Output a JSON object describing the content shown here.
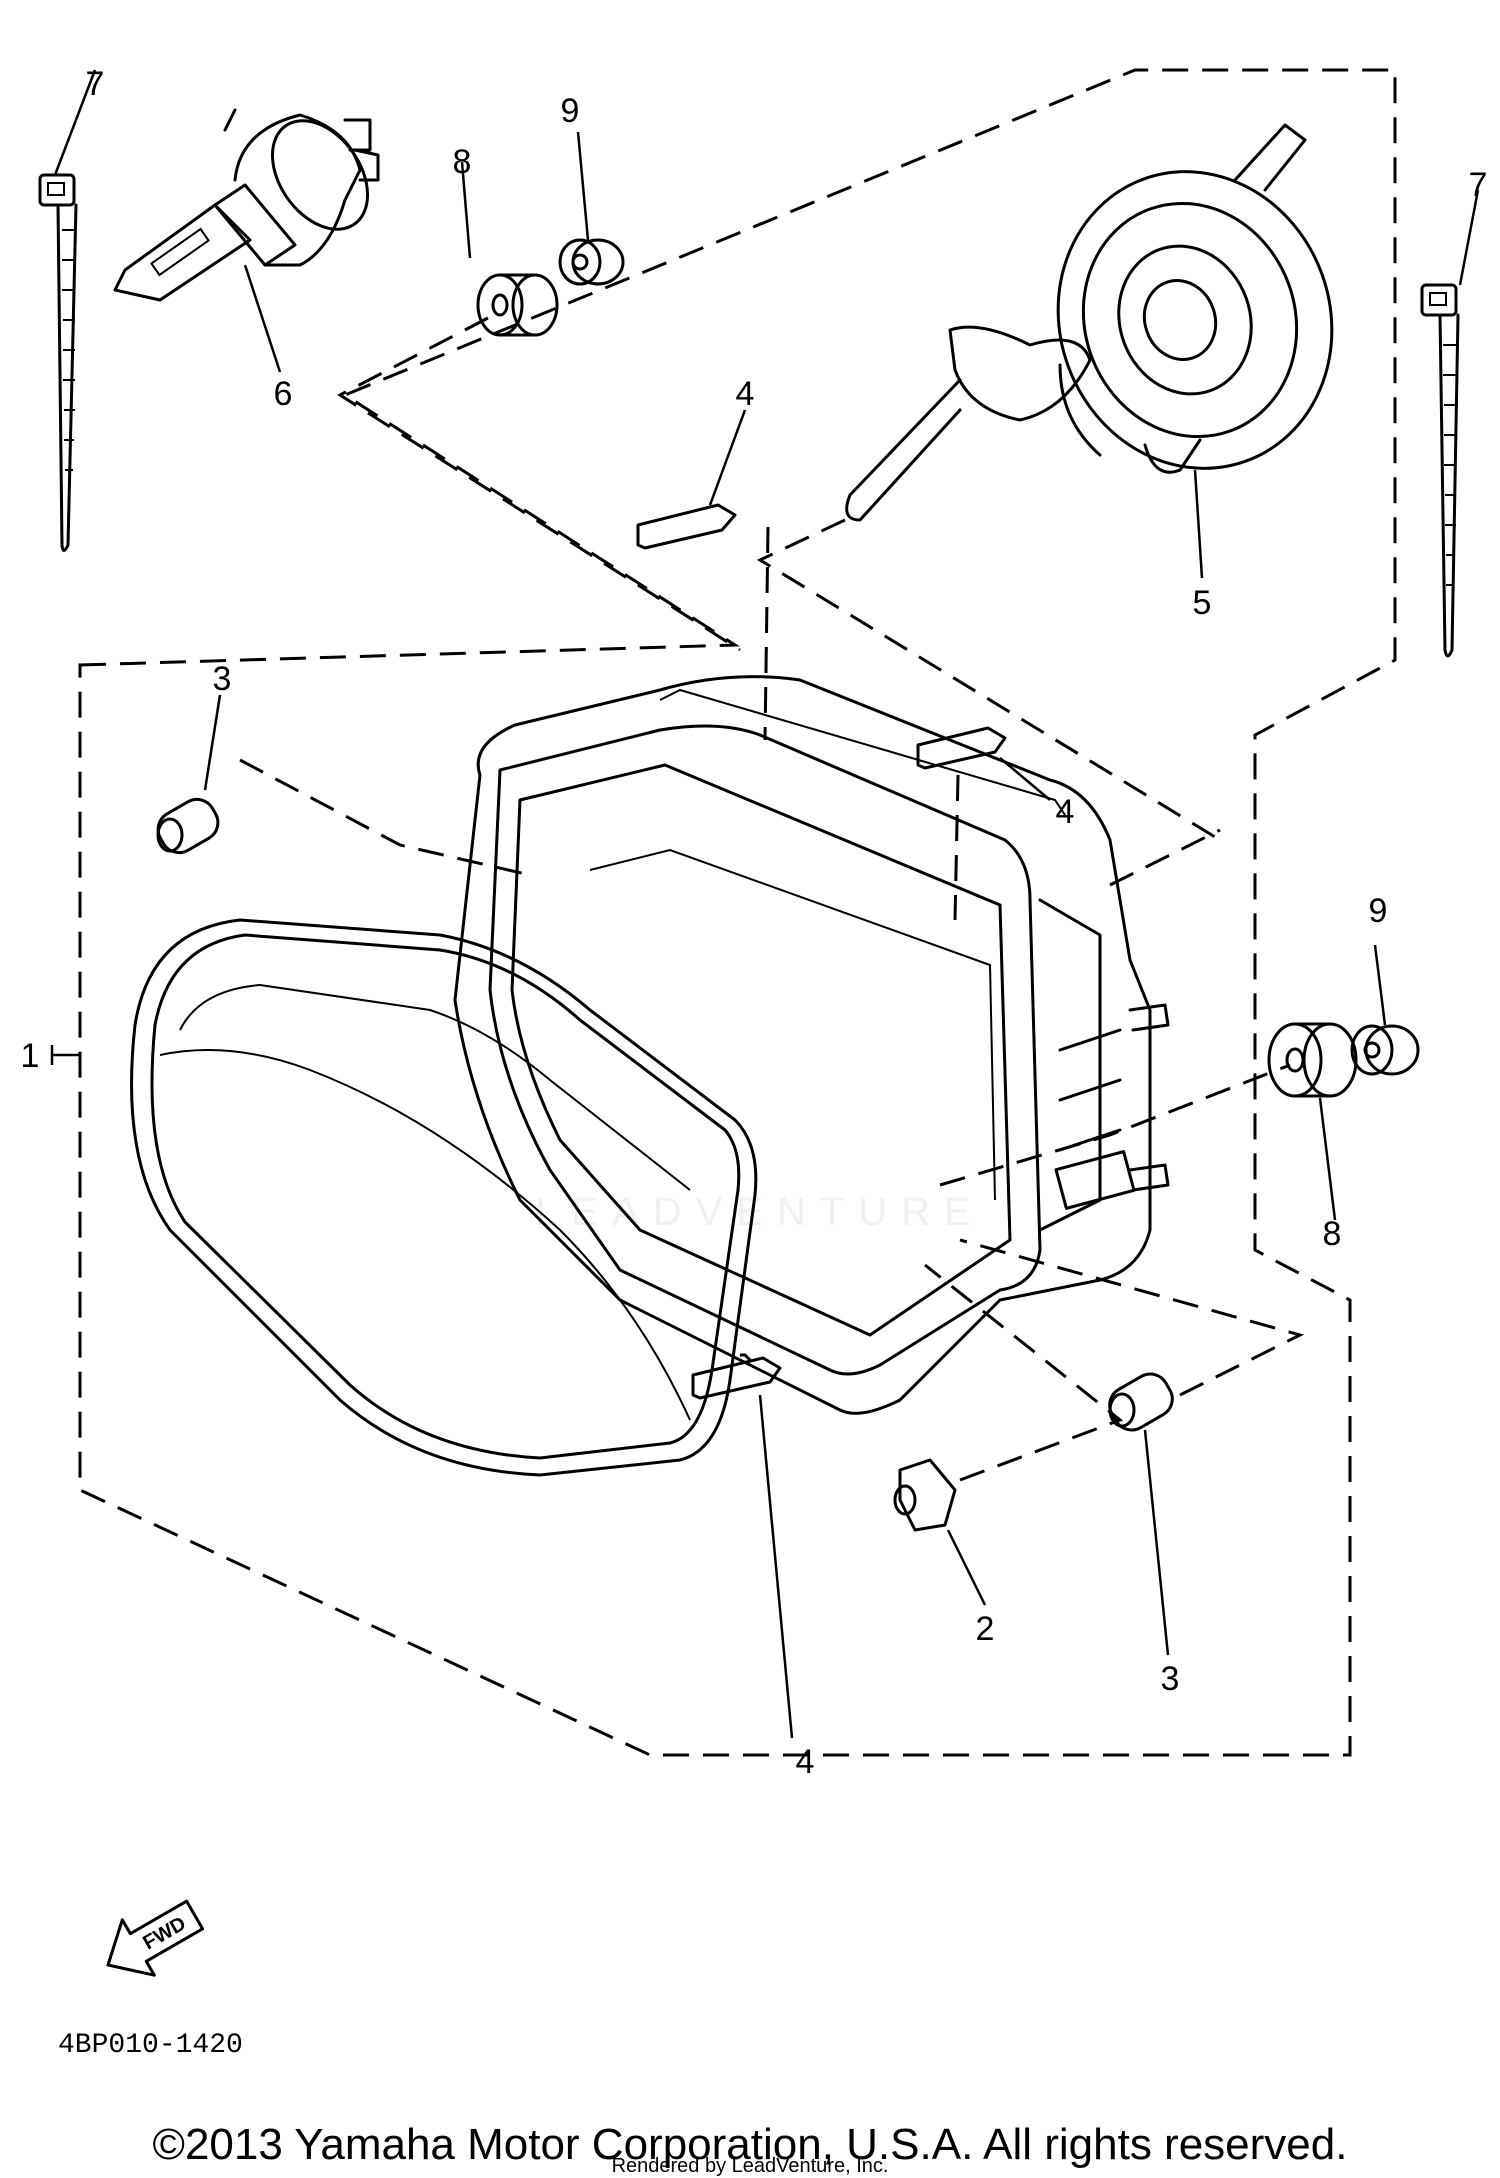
{
  "callouts": {
    "tie_left": "7",
    "tie_right": "7",
    "grommet_top": "8",
    "collar_top": "9",
    "bulb": "6",
    "clip_top": "4",
    "clip_mid": "4",
    "clip_bottom": "4",
    "socket": "5",
    "adjuster_left": "3",
    "adjuster_bottom": "3",
    "grommet_right": "8",
    "collar_right": "9",
    "nut": "2",
    "assembly": "1"
  },
  "fwd_label": "FWD",
  "diagram_code": "4BP010-1420",
  "watermark": "LEADVENTURE",
  "footer": {
    "copyright": "©2013 Yamaha Motor Corporation, U.S.A. All rights reserved.",
    "rendered_by": "Rendered by LeadVenture, Inc."
  }
}
